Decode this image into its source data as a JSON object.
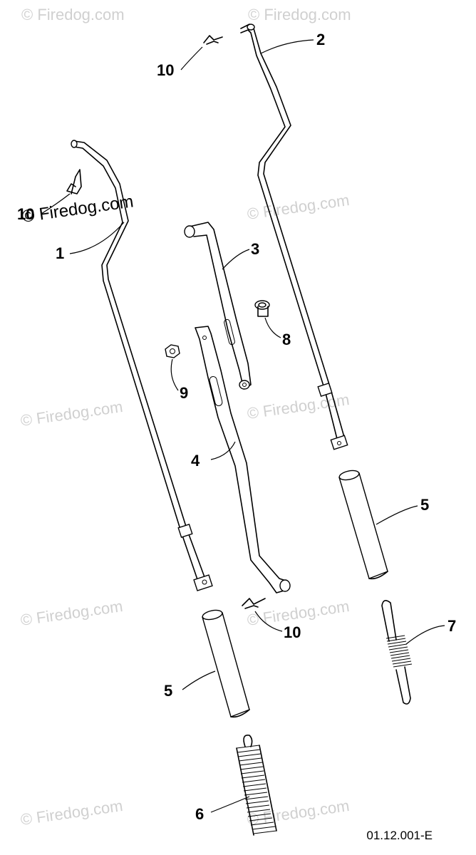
{
  "diagram": {
    "code": "01.12.001-E",
    "watermark": "© Firedog.com",
    "callouts": {
      "c1": "1",
      "c2": "2",
      "c3": "3",
      "c4": "4",
      "c5a": "5",
      "c5b": "5",
      "c6": "6",
      "c7": "7",
      "c8": "8",
      "c9": "9",
      "c10a": "10",
      "c10b": "10",
      "c10c": "10"
    }
  }
}
